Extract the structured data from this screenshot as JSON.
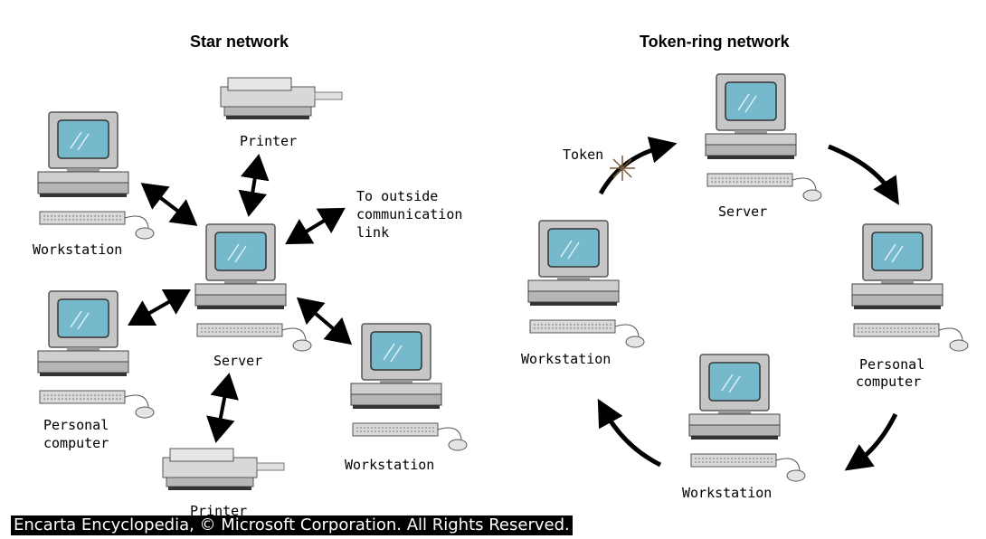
{
  "star": {
    "title": "Star network",
    "server": "Server",
    "printer_top": "Printer",
    "printer_bottom": "Printer",
    "workstation_left": "Workstation",
    "workstation_right": "Workstation",
    "pc_line1": "Personal",
    "pc_line2": "computer",
    "outside_line1": "To outside",
    "outside_line2": "communication",
    "outside_line3": "link"
  },
  "ring": {
    "title": "Token-ring network",
    "token": "Token",
    "server": "Server",
    "workstation_left": "Workstation",
    "workstation_bottom": "Workstation",
    "pc_line1": "Personal",
    "pc_line2": "computer"
  },
  "credit": "Encarta Encyclopedia, © Microsoft Corporation. All Rights Reserved."
}
